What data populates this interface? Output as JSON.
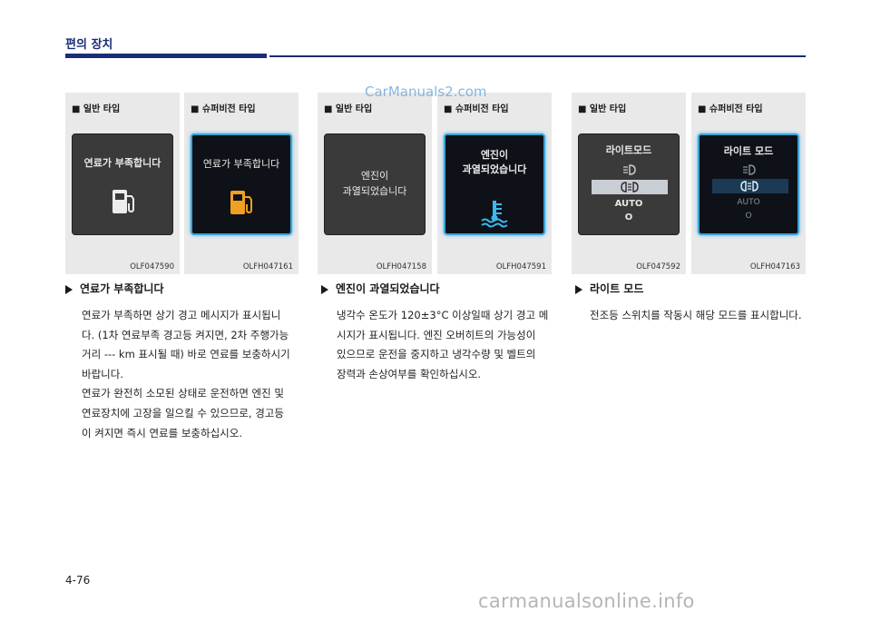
{
  "header": {
    "title": "편의 장치"
  },
  "watermarks": {
    "top": "CarManuals2.com",
    "bottom": "carmanualsonline.info"
  },
  "page_number": "4-76",
  "panels": [
    {
      "head": "■ 일반 타입",
      "code": "OLF047590",
      "screen_text": "연료가 부족합니다"
    },
    {
      "head": "■ 슈퍼비전 타입",
      "code": "OLFH047161",
      "screen_text": "연료가 부족합니다"
    },
    {
      "head": "■ 일반 타입",
      "code": "OLFH047158",
      "screen_text_1": "엔진이",
      "screen_text_2": "과열되었습니다"
    },
    {
      "head": "■ 슈퍼비전 타입",
      "code": "OLFH047591",
      "screen_text_1": "엔진이",
      "screen_text_2": "과열되었습니다"
    },
    {
      "head": "■ 일반 타입",
      "code": "OLF047592",
      "screen_text": "라이트모드",
      "auto": "AUTO",
      "off": "O"
    },
    {
      "head": "■ 슈퍼비전 타입",
      "code": "OLFH047163",
      "screen_text": "라이트 모드",
      "auto": "AUTO",
      "off": "O"
    }
  ],
  "sections": [
    {
      "title": "연료가 부족합니다",
      "lines": [
        "연료가 부족하면 상기 경고 메시지가 표시됩니",
        "다. (1차 연료부족 경고등 켜지면, 2차 주행가능",
        "거리 --- km 표시될 때) 바로 연료를 보충하시기",
        "바랍니다.",
        "연료가 완전히 소모된 상태로 운전하면 엔진 및",
        "연료장치에 고장을 일으킬 수 있으므로, 경고등",
        "이 켜지면 즉시 연료를 보충하십시오."
      ]
    },
    {
      "title": "엔진이 과열되었습니다",
      "lines": [
        "냉각수 온도가 120±3°C 이상일때 상기 경고 메",
        "시지가 표시됩니다. 엔진 오버히트의 가능성이",
        "있으므로 운전을 중지하고 냉각수량 및 벨트의",
        "장력과 손상여부를 확인하십시오."
      ]
    },
    {
      "title": "라이트 모드",
      "lines": [
        "전조등 스위치를 작동시 해당 모드를 표시합니다."
      ]
    }
  ]
}
